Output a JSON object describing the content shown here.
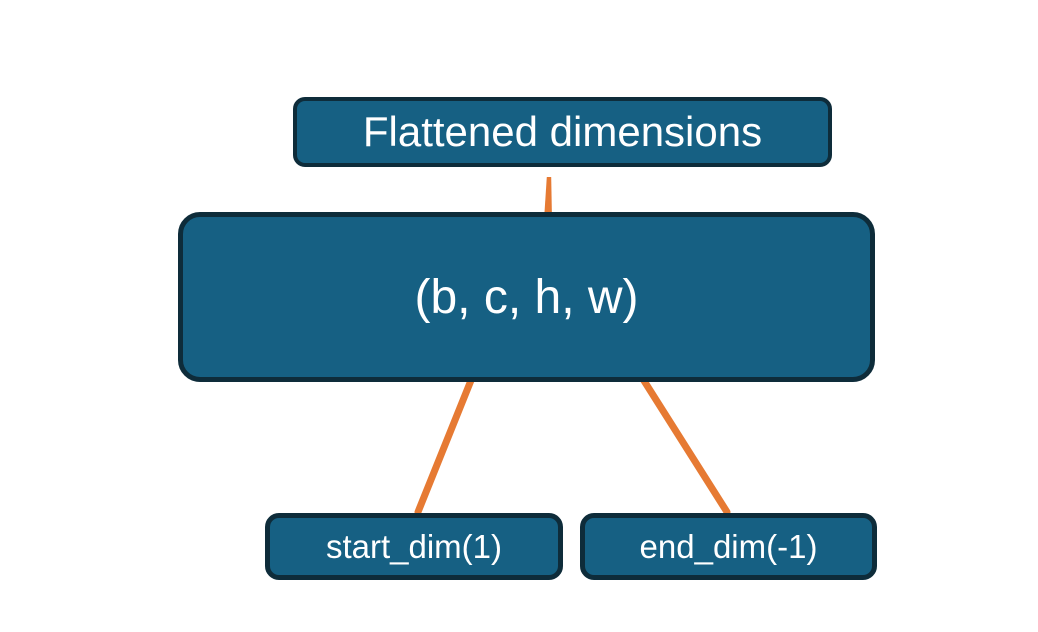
{
  "diagram": {
    "nodes": {
      "flattened": {
        "label": "Flattened dimensions"
      },
      "tensor": {
        "label": "(b, c, h, w)"
      },
      "start_dim": {
        "label": "start_dim(1)"
      },
      "end_dim": {
        "label": "end_dim(-1)"
      }
    },
    "connectors": {
      "brace": "curly-brace-from-flattened-dimensions-over-tensor-dims",
      "arrows": [
        "arrow-from-start_dim-to-dimension-c",
        "arrow-from-end_dim-to-dimension-w"
      ]
    }
  },
  "theme": {
    "node-fill": "#166083",
    "node-border": "#0e2c3a",
    "connector": "#e67a33",
    "text": "#ffffff",
    "background": "#ffffff"
  }
}
